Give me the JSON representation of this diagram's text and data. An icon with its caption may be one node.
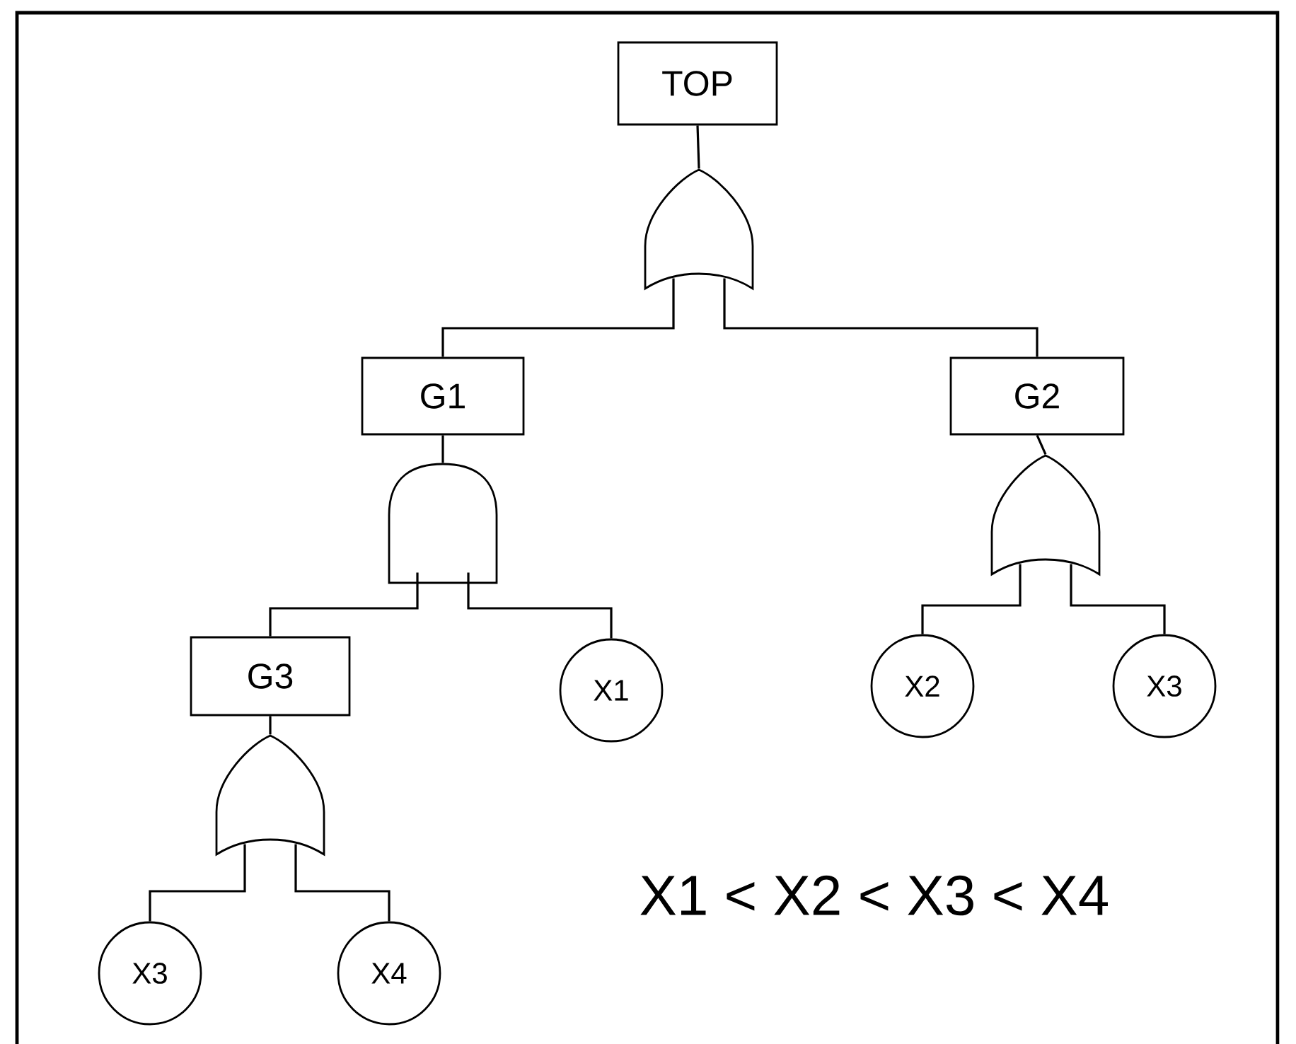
{
  "diagram": {
    "nodes": [
      {
        "text": [
          "TOP"
        ]
      },
      {
        "text": [],
        "shape": "or-gate"
      },
      {
        "text": [
          "G1"
        ]
      },
      {
        "text": [
          "G2"
        ]
      },
      {
        "text": [],
        "shape": "and-gate"
      },
      {
        "text": [],
        "shape": "or-gate"
      },
      {
        "text": [
          "G3"
        ]
      },
      {
        "text": [
          "X1"
        ]
      },
      {
        "text": [
          "X2"
        ]
      },
      {
        "text": [
          "X3"
        ]
      },
      {
        "text": [],
        "shape": "or-gate"
      },
      {
        "text": [
          "X3"
        ]
      },
      {
        "text": [
          "X4"
        ]
      }
    ],
    "edges": [
      {
        "from": 0,
        "to": 1,
        "arrow": "none"
      },
      {
        "from": 1,
        "to": 2,
        "arrow": "none"
      },
      {
        "from": 1,
        "to": 3,
        "arrow": "none"
      },
      {
        "from": 2,
        "to": 4,
        "arrow": "none"
      },
      {
        "from": 3,
        "to": 5,
        "arrow": "none"
      },
      {
        "from": 4,
        "to": 6,
        "arrow": "none"
      },
      {
        "from": 4,
        "to": 7,
        "arrow": "none"
      },
      {
        "from": 5,
        "to": 8,
        "arrow": "none"
      },
      {
        "from": 5,
        "to": 9,
        "arrow": "none"
      },
      {
        "from": 6,
        "to": 10,
        "arrow": "none"
      },
      {
        "from": 10,
        "to": 11,
        "arrow": "none"
      },
      {
        "from": 10,
        "to": 12,
        "arrow": "none"
      }
    ],
    "labels": [
      "X1 < X2 < X3 < X4"
    ]
  }
}
